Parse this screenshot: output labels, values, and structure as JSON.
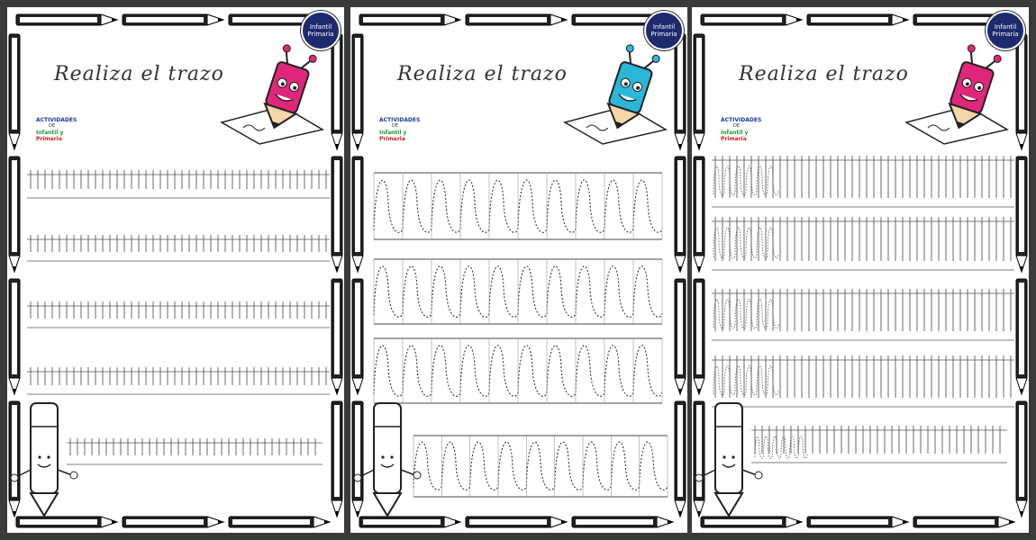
{
  "pages": [
    {
      "title": "Realiza el trazo",
      "pencil_color": "#e0267a",
      "pattern": "vertical-ticks"
    },
    {
      "title": "Realiza el trazo",
      "pencil_color": "#2ab7d9",
      "pattern": "dashed-waves"
    },
    {
      "title": "Realiza el trazo",
      "pencil_color": "#e0267a",
      "pattern": "waves-then-ticks"
    }
  ],
  "logo": {
    "line1": "ACTIVIDADES",
    "line2": "DE",
    "line3a": "Infantil y ",
    "line3b": "Primaria"
  },
  "badge": {
    "text": "Infantil Primaria"
  }
}
